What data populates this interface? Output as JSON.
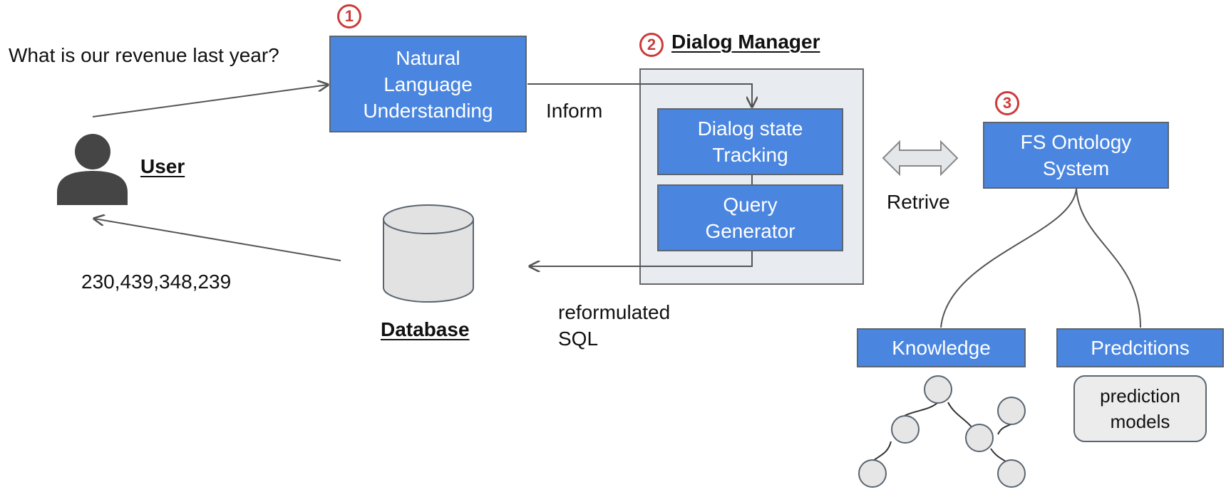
{
  "user": {
    "question": "What is our revenue last year?",
    "label": "User",
    "answer": "230,439,348,239"
  },
  "nlu": {
    "marker": "1",
    "label": "Natural\nLanguage\nUnderstanding",
    "edge_label": "Inform"
  },
  "dialog_manager": {
    "marker": "2",
    "title": "Dialog Manager",
    "dst_label": "Dialog state\nTracking",
    "query_label": "Query\nGenerator",
    "edge_label": "reformulated\nSQL"
  },
  "database": {
    "label": "Database"
  },
  "ontology": {
    "marker": "3",
    "label": "FS Ontology\nSystem",
    "edge_label": "Retrive",
    "knowledge_label": "Knowledge",
    "predictions_label": "Predcitions",
    "models_label": "prediction\nmodels"
  },
  "colors": {
    "box_fill": "#4a86e0",
    "panel_fill": "#e8ebef",
    "marker": "#cc3b3b",
    "line": "#555555",
    "node_fill": "#e6e6e6"
  },
  "icons": [
    "user-icon",
    "database-icon",
    "double-arrow-icon",
    "tree-graph-icon"
  ]
}
